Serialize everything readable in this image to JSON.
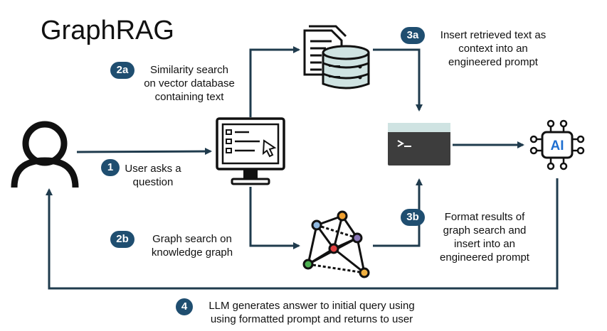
{
  "title": "GraphRAG",
  "steps": {
    "s1": {
      "badge": "1",
      "lines": [
        "User asks a",
        "question"
      ]
    },
    "s2a": {
      "badge": "2a",
      "lines": [
        "Similarity search",
        "on vector database",
        "containing text"
      ]
    },
    "s2b": {
      "badge": "2b",
      "lines": [
        "Graph search on",
        "knowledge graph"
      ]
    },
    "s3a": {
      "badge": "3a",
      "lines": [
        "Insert retrieved text as",
        "context into an",
        "engineered prompt"
      ]
    },
    "s3b": {
      "badge": "3b",
      "lines": [
        "Format results of",
        "graph search and",
        "insert into an",
        "engineered prompt"
      ]
    },
    "s4": {
      "badge": "4",
      "lines": [
        "LLM generates answer to initial query using",
        "using formatted prompt and returns to user"
      ]
    }
  },
  "icons": {
    "llm_label": "AI"
  },
  "colors": {
    "arrow": "#1f3b4d",
    "badge": "#1f4e70",
    "terminal_bar": "#cfe3e2",
    "terminal_body": "#3d3d3d",
    "db_teal": "#cfe3e2",
    "ai_blue": "#1f6fd1"
  }
}
